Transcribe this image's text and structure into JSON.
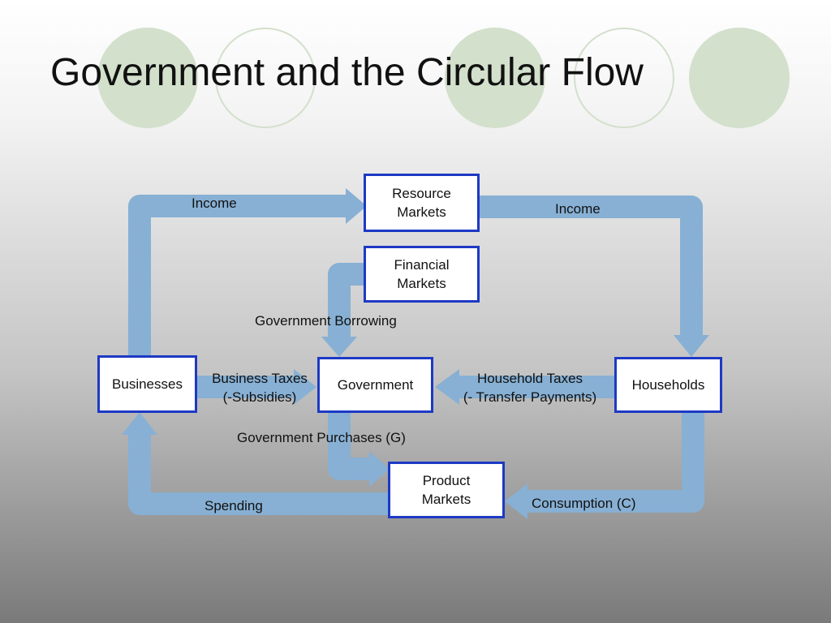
{
  "slide": {
    "title": "Government and the Circular Flow"
  },
  "colors": {
    "flow_arrow": "#87b0d4",
    "box_border": "#1d39c4",
    "circle_fill": "#d3e0cc"
  },
  "boxes": {
    "resource_markets": [
      "Resource",
      "Markets"
    ],
    "financial_markets": [
      "Financial",
      "Markets"
    ],
    "businesses": "Businesses",
    "government": "Government",
    "households": "Households",
    "product_markets": [
      "Product",
      "Markets"
    ]
  },
  "flow_labels": {
    "income_left": "Income",
    "income_right": "Income",
    "government_borrowing": "Government Borrowing",
    "business_taxes": [
      "Business Taxes",
      "(-Subsidies)"
    ],
    "household_taxes": [
      "Household Taxes",
      "(- Transfer Payments)"
    ],
    "government_purchases": "Government Purchases (G)",
    "spending": "Spending",
    "consumption": "Consumption (C)"
  }
}
